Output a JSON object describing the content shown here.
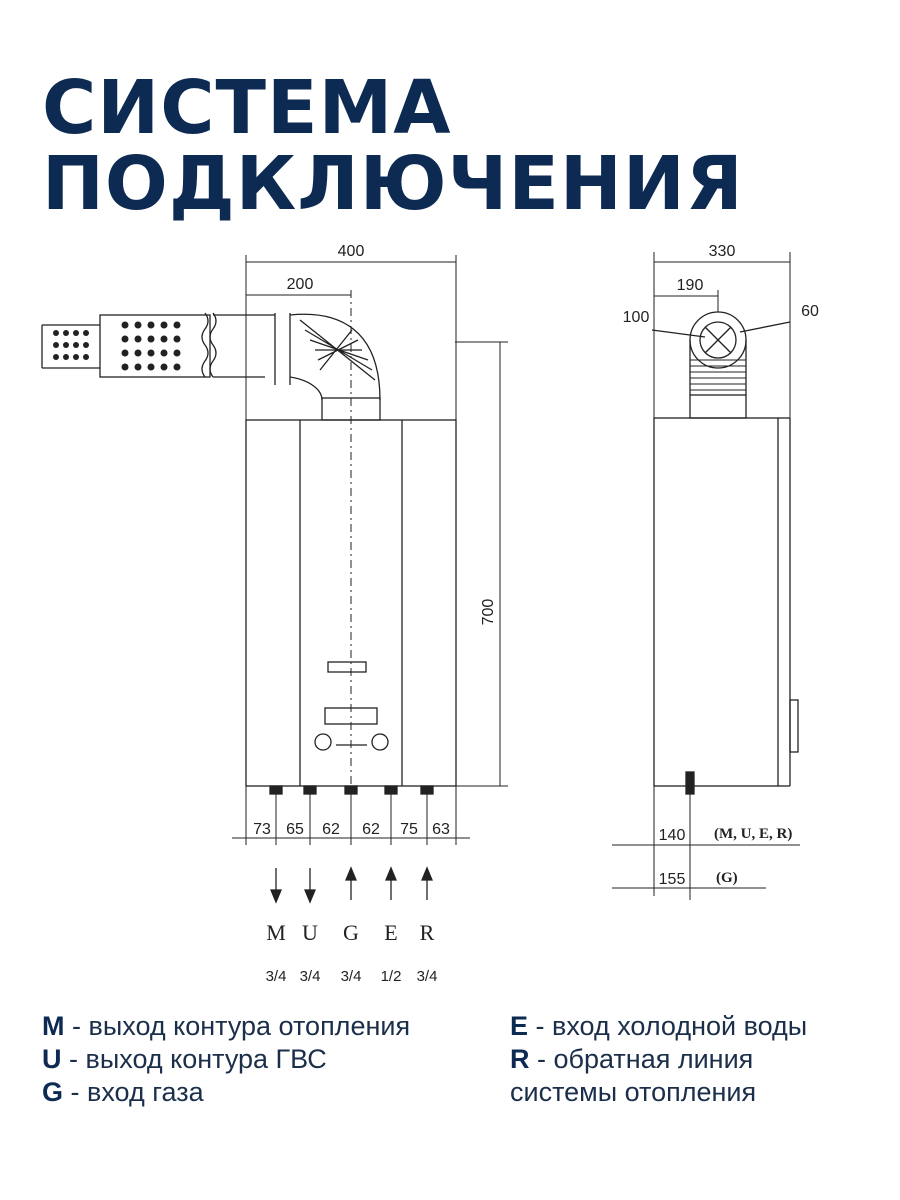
{
  "title": {
    "line1": "СИСТЕМА",
    "line2": "ПОДКЛЮЧЕНИЯ"
  },
  "front_view": {
    "width_total": "400",
    "width_half": "200",
    "height": "700",
    "bottom_spacings": [
      "73",
      "65",
      "62",
      "62",
      "75",
      "63"
    ],
    "connections": [
      {
        "letter": "M",
        "size": "3/4",
        "direction": "down"
      },
      {
        "letter": "U",
        "size": "3/4",
        "direction": "down"
      },
      {
        "letter": "G",
        "size": "3/4",
        "direction": "up"
      },
      {
        "letter": "E",
        "size": "1/2",
        "direction": "up"
      },
      {
        "letter": "R",
        "size": "3/4",
        "direction": "up"
      }
    ]
  },
  "side_view": {
    "depth_total": "330",
    "depth_to_flue": "190",
    "flue_outer": "100",
    "flue_inner": "60",
    "depth_water": "140",
    "depth_water_note": "(M, U, E, R)",
    "depth_gas": "155",
    "depth_gas_note": "(G)"
  },
  "legend": {
    "left": [
      {
        "key": "M",
        "text": " - выход контура отопления"
      },
      {
        "key": "U",
        "text": " - выход контура ГВС"
      },
      {
        "key": "G",
        "text": " - вход газа"
      }
    ],
    "right": [
      {
        "key": "E",
        "text": " - вход холодной воды"
      },
      {
        "key": "R",
        "text": " - обратная линия"
      },
      {
        "key": "",
        "text": "системы отопления"
      }
    ]
  },
  "colors": {
    "title": "#0d2a52",
    "line": "#222222"
  }
}
